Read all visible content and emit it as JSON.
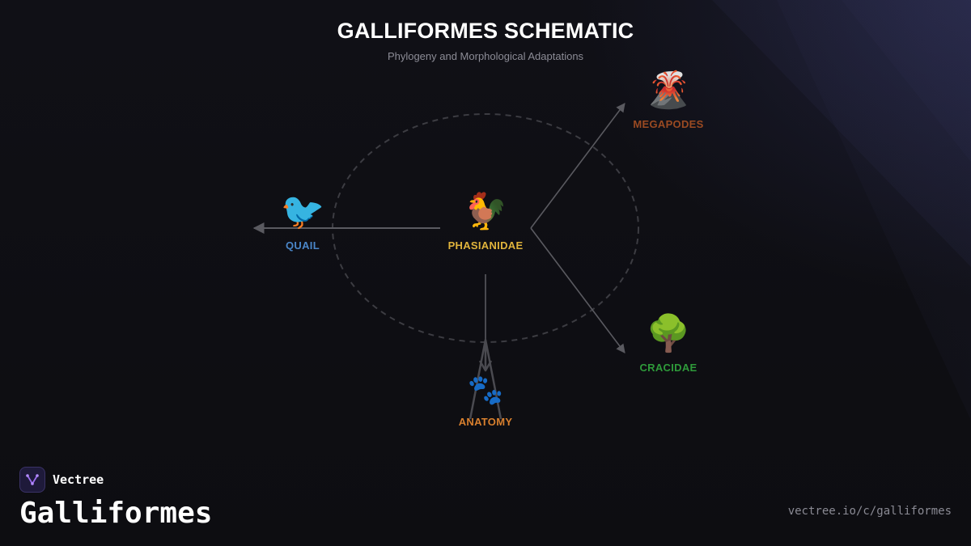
{
  "header": {
    "title": "GALLIFORMES SCHEMATIC",
    "subtitle": "Phylogeny and Morphological Adaptations"
  },
  "nodes": {
    "center": {
      "emoji": "🐓",
      "label": "PHASIANIDAE",
      "color": "#e0b43c",
      "icon": "rooster-icon"
    },
    "quail": {
      "emoji": "🐦",
      "label": "QUAIL",
      "color": "#4a86c8",
      "icon": "bird-icon"
    },
    "megapodes": {
      "emoji": "🌋",
      "label": "MEGAPODES",
      "color": "#9a4a22",
      "icon": "volcano-icon"
    },
    "cracidae": {
      "emoji": "🌳",
      "label": "CRACIDAE",
      "color": "#2e9a3a",
      "icon": "tree-icon"
    },
    "anatomy": {
      "emoji": "🐾",
      "label": "ANATOMY",
      "color": "#d9802e",
      "icon": "paw-prints-icon"
    }
  },
  "colors": {
    "background": "#0e0e12",
    "connector": "#5a5a60",
    "dashed_ring": "#3c3c42"
  },
  "brand": {
    "name": "Vectree",
    "title": "Galliformes",
    "logo_icon": "vectree-logo-icon"
  },
  "footer": {
    "url": "vectree.io/c/galliformes"
  }
}
